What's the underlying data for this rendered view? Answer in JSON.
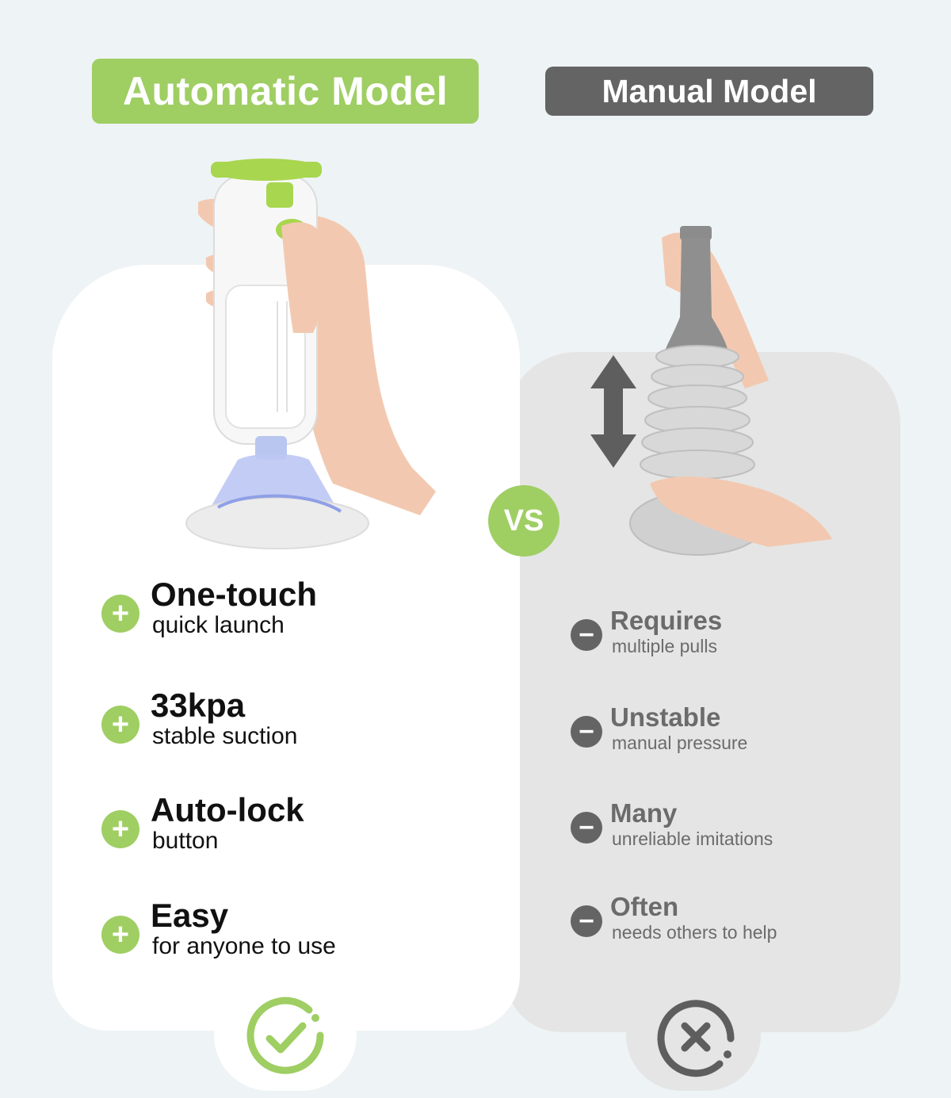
{
  "titles": {
    "automatic": "Automatic Model",
    "manual": "Manual Model"
  },
  "vs_label": "VS",
  "automatic_features": [
    {
      "title": "One-touch",
      "subtitle": "quick launch"
    },
    {
      "title": "33kpa",
      "subtitle": "stable suction"
    },
    {
      "title": "Auto-lock",
      "subtitle": "button"
    },
    {
      "title": "Easy",
      "subtitle": "for anyone to use"
    }
  ],
  "manual_features": [
    {
      "title": "Requires",
      "subtitle": "multiple pulls"
    },
    {
      "title": "Unstable",
      "subtitle": "manual pressure"
    },
    {
      "title": "Many",
      "subtitle": "unreliable imitations"
    },
    {
      "title": "Often",
      "subtitle": "needs others to help"
    }
  ],
  "icons": {
    "positive": "plus-icon",
    "negative": "minus-icon",
    "verdict_good": "check-circle-icon",
    "verdict_bad": "x-circle-icon",
    "motion": "up-down-arrow-icon"
  },
  "colors": {
    "accent_green": "#9fce63",
    "dark_gray": "#646464",
    "background": "#eef3f6",
    "card_white": "#ffffff",
    "card_gray": "#e5e5e5"
  }
}
